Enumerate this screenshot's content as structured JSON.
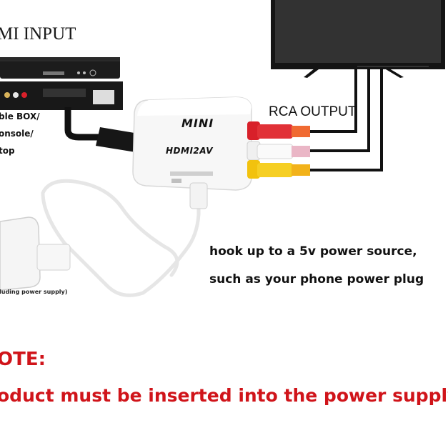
{
  "labels": {
    "hdmi_input": "MI INPUT",
    "sources": [
      "ble BOX/",
      "onsole/",
      "top"
    ],
    "rca_output": "RCA OUTPUT",
    "converter_brand": "MINI",
    "converter_model": "HDMI2AV",
    "power_line_1": "hook up to a 5v power source,",
    "power_line_2": "such as your phone power plug",
    "power_note": "luding power supply)",
    "note_title": "OTE:",
    "warning": "oduct must be inserted into the power supply"
  },
  "colors": {
    "warning_red": "#d0141a",
    "rca_red": "#d8202a",
    "rca_white": "#f2f2f2",
    "rca_yellow": "#f2c20e",
    "device_black": "#1c1c1c",
    "cable_white": "#eeeeee"
  }
}
